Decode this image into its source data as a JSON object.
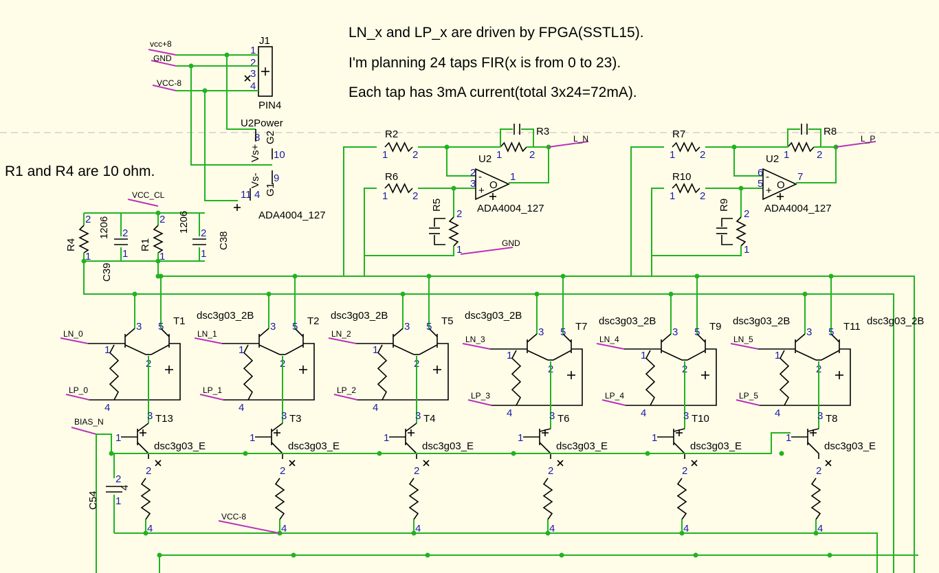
{
  "notes": {
    "line1": "LN_x and LP_x are driven by FPGA(SSTL15).",
    "line2": "I'm planning 24 taps FIR(x is from 0 to 23).",
    "line3": "Each tap has 3mA current(total 3x24=72mA).",
    "r_note": "R1 and R4 are 10 ohm."
  },
  "connector": {
    "ref": "J1",
    "value": "PIN4",
    "nets": [
      "vcc+8",
      "GND",
      "VCC-8"
    ],
    "pins": [
      "1",
      "2",
      "3",
      "4"
    ]
  },
  "power_unit": {
    "ref": "U2Power",
    "gate": "G2",
    "gate2": "G1",
    "pin_a": "8",
    "pin_b": "10",
    "pin_c": "9",
    "pin_d": "11",
    "pin_e": "4",
    "vsp": "Vs+",
    "vsm": "Vs-",
    "value": "ADA4004_127"
  },
  "bias_section": {
    "net": "VCC_CL",
    "r4": "R4",
    "r1": "R1",
    "c39": "C39",
    "c38": "C38",
    "pkg": "1206",
    "p1": "1",
    "p2": "2"
  },
  "amplifiers": [
    {
      "ra": "R2",
      "rf": "R3",
      "rb": "R6",
      "rg": "R5",
      "u": "U2",
      "value": "ADA4004_127",
      "out_net": "L_N",
      "gnd_net": "GND",
      "inm": "2",
      "inp": "3",
      "out": "1",
      "minus": "-",
      "plus": "+",
      "o": "O"
    },
    {
      "ra": "R7",
      "rf": "R8",
      "rb": "R10",
      "rg": "R9",
      "u": "U2",
      "value": "ADA4004_127",
      "out_net": "L_P",
      "gnd_net": "",
      "inm": "6",
      "inp": "5",
      "out": "7",
      "minus": "-",
      "plus": "+",
      "o": "O"
    }
  ],
  "taps": [
    {
      "pair": "T1",
      "pair_value": "dsc3g03_2B",
      "ln": "LN_0",
      "lp": "LP_0",
      "src": "T13",
      "src_value": "dsc3g03_E"
    },
    {
      "pair": "T2",
      "pair_value": "dsc3g03_2B",
      "ln": "LN_1",
      "lp": "LP_1",
      "src": "T3",
      "src_value": "dsc3g03_E"
    },
    {
      "pair": "T5",
      "pair_value": "dsc3g03_2B",
      "ln": "LN_2",
      "lp": "LP_2",
      "src": "T4",
      "src_value": "dsc3g03_E"
    },
    {
      "pair": "T7",
      "pair_value": "dsc3g03_2B",
      "ln": "LN_3",
      "lp": "LP_3",
      "src": "T6",
      "src_value": "dsc3g03_E"
    },
    {
      "pair": "T9",
      "pair_value": "dsc3g03_2B",
      "ln": "LN_4",
      "lp": "LP_4",
      "src": "T10",
      "src_value": "dsc3g03_E"
    },
    {
      "pair": "T11",
      "pair_value": "dsc3g03_2B",
      "ln": "LN_5",
      "lp": "LP_5",
      "src": "T8",
      "src_value": "dsc3g03_E"
    }
  ],
  "tap_pins": {
    "p1": "1",
    "p2": "2",
    "p3": "3",
    "p4": "4",
    "p5": "5"
  },
  "bias_net": "BIAS_N",
  "vcc_neg_net": "VCC-8",
  "c54": {
    "ref": "C54",
    "value": "4",
    "p1": "1",
    "p2": "2"
  },
  "colors": {
    "background": "#fffde8",
    "wire": "#22b222",
    "pin_number": "#1a1aa8",
    "net_flag": "#b832b8",
    "grid_line": "#bbbbbb"
  }
}
